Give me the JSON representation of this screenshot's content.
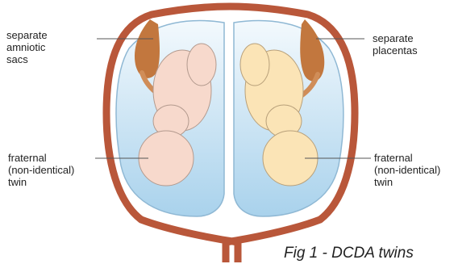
{
  "labels": {
    "amniotic": [
      "separate",
      "amniotic",
      "sacs"
    ],
    "placentas": [
      "separate",
      "placentas"
    ],
    "twin_left": [
      "fraternal",
      "(non-identical)",
      "twin"
    ],
    "twin_right": [
      "fraternal",
      "(non-identical)",
      "twin"
    ]
  },
  "caption": "Fig 1 - DCDA twins",
  "colors": {
    "uterus": "#b9573a",
    "sac_fill": "#cfe6f5",
    "sac_stroke": "#8fb8d4",
    "placenta": "#c2773e",
    "fetus_left": "#f7d9cc",
    "fetus_right": "#fbe4b6",
    "leader_line": "#555555"
  }
}
